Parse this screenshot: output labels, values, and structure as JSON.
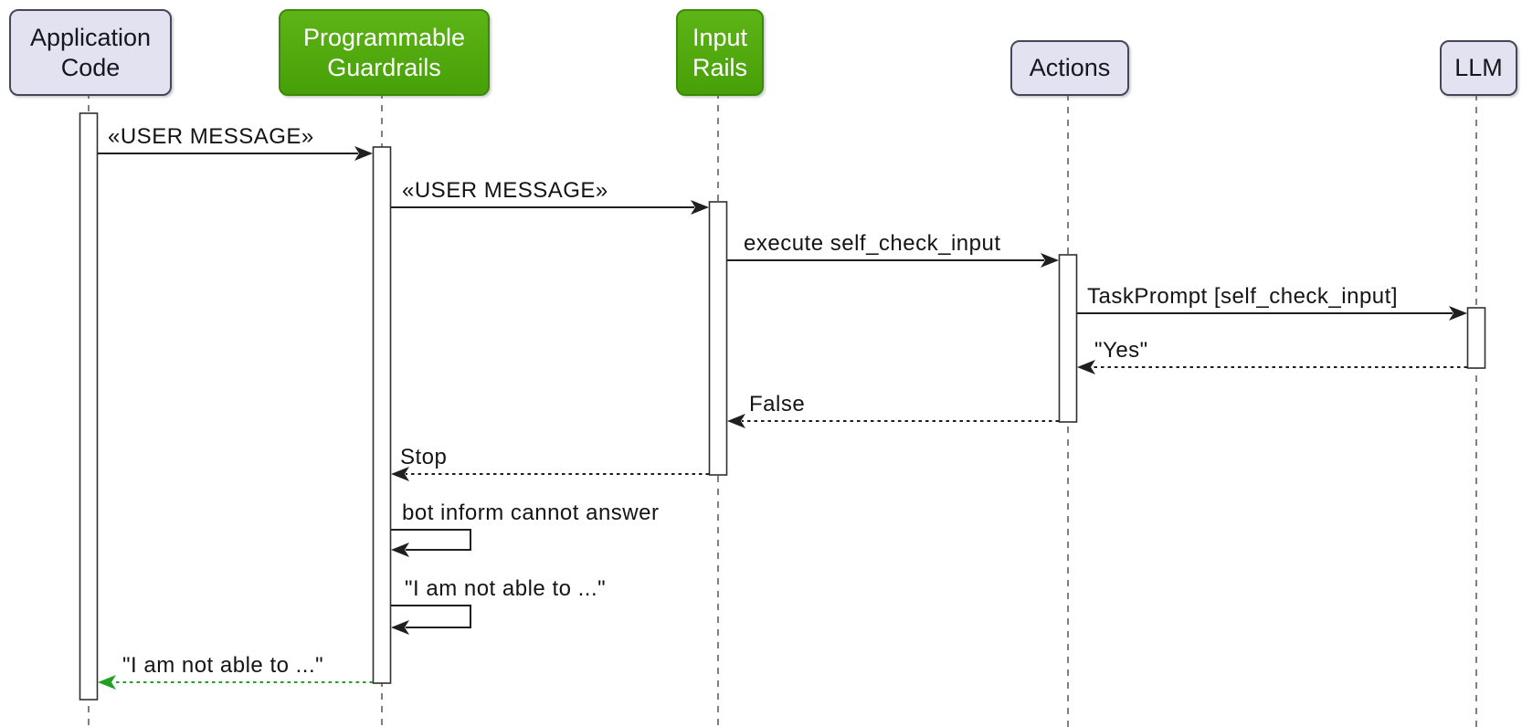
{
  "diagram_type": "uml-sequence-diagram",
  "colors": {
    "background": "#FFFFFF",
    "participant_lavender_fill": "#E2E2F0",
    "participant_lavender_border": "#46465A",
    "participant_green_fill": "#4CA60B",
    "participant_green_border": "#3B8A09",
    "participant_green_text": "#FFFFFF",
    "message_text": "#141414",
    "arrow_black": "#1F1F1F",
    "return_green": "#21A121",
    "lifeline_gray": "#565656",
    "activation_fill": "#FFFFFF"
  },
  "participants": [
    {
      "name": "Application Code",
      "label_lines": [
        "Application",
        "Code"
      ],
      "style": "lavender"
    },
    {
      "name": "Programmable Guardrails",
      "label_lines": [
        "Programmable",
        "Guardrails"
      ],
      "style": "green"
    },
    {
      "name": "Input Rails",
      "label_lines": [
        "Input",
        "Rails"
      ],
      "style": "green"
    },
    {
      "name": "Actions",
      "label_lines": [
        "Actions"
      ],
      "style": "lavender"
    },
    {
      "name": "LLM",
      "label_lines": [
        "LLM"
      ],
      "style": "lavender"
    }
  ],
  "messages": [
    {
      "seq": 1,
      "label": "«USER MESSAGE»",
      "from": "Application Code",
      "to": "Programmable Guardrails",
      "line": "solid"
    },
    {
      "seq": 2,
      "label": "«USER MESSAGE»",
      "from": "Programmable Guardrails",
      "to": "Input Rails",
      "line": "solid"
    },
    {
      "seq": 3,
      "label": "execute self_check_input",
      "from": "Input Rails",
      "to": "Actions",
      "line": "solid"
    },
    {
      "seq": 4,
      "label": "TaskPrompt [self_check_input]",
      "from": "Actions",
      "to": "LLM",
      "line": "solid"
    },
    {
      "seq": 5,
      "label": "\"Yes\"",
      "from": "LLM",
      "to": "Actions",
      "line": "dotted-return"
    },
    {
      "seq": 6,
      "label": "False",
      "from": "Actions",
      "to": "Input Rails",
      "line": "dotted-return"
    },
    {
      "seq": 7,
      "label": "Stop",
      "from": "Input Rails",
      "to": "Programmable Guardrails",
      "line": "dotted-return"
    },
    {
      "seq": 8,
      "label": "bot inform cannot answer",
      "from": "Programmable Guardrails",
      "to": "Programmable Guardrails",
      "line": "solid-self"
    },
    {
      "seq": 9,
      "label": "\"I am not able to ...\"",
      "from": "Programmable Guardrails",
      "to": "Programmable Guardrails",
      "line": "solid-self"
    },
    {
      "seq": 10,
      "label": "\"I am not able to ...\"",
      "from": "Programmable Guardrails",
      "to": "Application Code",
      "line": "dotted-return-green"
    }
  ]
}
